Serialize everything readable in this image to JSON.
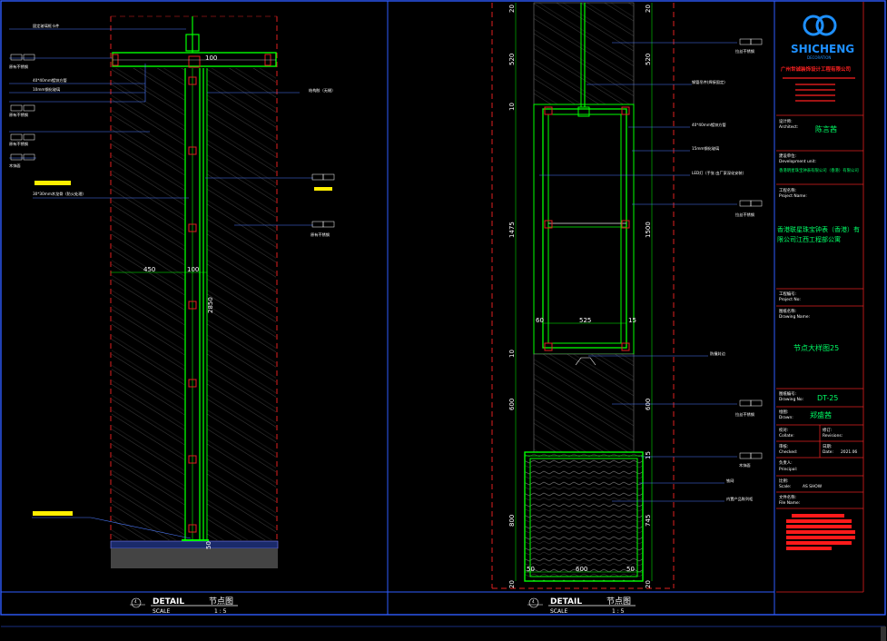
{
  "left_detail": {
    "dim_450": "450",
    "dim_100": "100",
    "dim_100b": "100",
    "dim_2850": "2850",
    "dim_50": "50",
    "title_en": "DETAIL",
    "title_cn": "节点图",
    "scale_label": "SCALE",
    "scale_value": "1 : 5",
    "badge_no": "4",
    "labels": [
      "固定玻璃框卡件",
      "原有不锈钢",
      "40*40mm镀锌方管",
      "10mm钢化玻璃",
      "原有不锈钢",
      "原有不锈钢",
      "木饰面",
      "30*30mm木龙骨（防火处理）",
      "结构胶（无缝）",
      "原有不锈钢"
    ]
  },
  "right_detail": {
    "dim_20_top": "20",
    "dim_520": "520",
    "dim_10_a": "10",
    "dim_1475": "1475",
    "dim_10_b": "10",
    "dim_600": "600",
    "dim_800": "800",
    "dim_20_bot": "20",
    "dim_525": "525",
    "dim_60": "60",
    "dim_15": "15",
    "dim_50_l": "50",
    "dim_600_b": "600",
    "dim_50_r": "50",
    "rdim_20_top": "20",
    "rdim_520": "520",
    "rdim_1500": "1500",
    "rdim_600": "600",
    "rdim_745": "745",
    "rdim_15": "15",
    "rdim_20_bot": "20",
    "title_en": "DETAIL",
    "title_cn": "节点图",
    "scale_label": "SCALE",
    "scale_value": "1 : 5",
    "badge_no": "4",
    "labels": [
      "拉丝不锈钢",
      "钢管吊件(焊接固定)",
      "40*40mm镀锌方管",
      "15mm钢化玻璃",
      "LED灯（手张 由厂家深化安装）",
      "拉丝不锈钢",
      "防撞封边",
      "拉丝不锈钢",
      "木饰面",
      "铁网",
      "内置产品陈列柜"
    ]
  },
  "title_block": {
    "logo": "SHICHENG",
    "logo_sub": "DECORATION",
    "company_red": "广州世诚装饰设计工程有限公司",
    "designer_label": "设计师:",
    "designer_en": "Architect:",
    "designer_value": "陈言茜",
    "unit_label": "建设单位:",
    "unit_en": "Development unit:",
    "unit_value": "香港明星珠宝钟表有限公司（香港）有限公司",
    "project_label": "工程名称:",
    "project_en": "Project Name:",
    "project_value": "香港联星珠宝钟表（香港）有限公司江西工程部公寓",
    "projno_label": "工程编号:",
    "projno_en": "Project No:",
    "drawname_label": "图纸名称:",
    "drawname_en": "Drawing Name:",
    "drawname_value": "节点大样图25",
    "drawno_label": "图纸编号:",
    "drawno_en": "Drawing No:",
    "drawno_value": "DT-25",
    "drawn_label": "绘图:",
    "drawn_en": "Drawn:",
    "drawn_value": "郑盛茜",
    "check_label": "校对:",
    "check_en": "Collate:",
    "rev_label": "修订:",
    "rev_en": "Revisions:",
    "audit_label": "审核:",
    "audit_en": "Checked:",
    "date_label": "日期:",
    "date_en": "Date:",
    "date_value": "2021.06",
    "principal_label": "负责人:",
    "principal_en": "Principal:",
    "scale_label": "比例:",
    "scale_en": "Scale:",
    "scale_value": "AS SHOW",
    "file_label": "文件名称:",
    "file_en": "File Name:"
  }
}
